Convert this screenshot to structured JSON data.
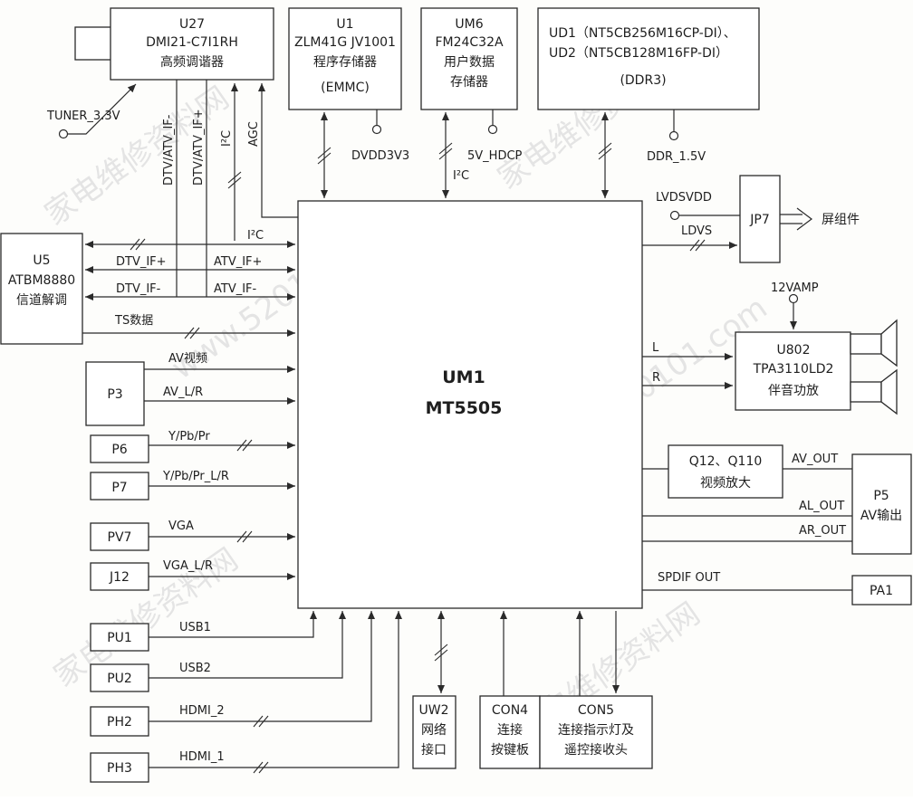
{
  "blocks": {
    "u27": {
      "ref": "U27",
      "part": "DMI21-C7I1RH",
      "name": "高频调谐器"
    },
    "u1": {
      "ref": "U1",
      "part": "ZLM41G JV1001",
      "name": "程序存储器",
      "note": "(EMMC)"
    },
    "um6": {
      "ref": "UM6",
      "part": "FM24C32A",
      "name1": "用户数据",
      "name2": "存储器"
    },
    "ud": {
      "line1": "UD1（NT5CB256M16CP-DI）、",
      "line2": "UD2（NT5CB128M16FP-DI）",
      "note": "(DDR3)"
    },
    "u5": {
      "ref": "U5",
      "part": "ATBM8880",
      "name": "信道解调"
    },
    "um1": {
      "ref": "UM1",
      "part": "MT5505"
    },
    "jp7": {
      "ref": "JP7"
    },
    "u802": {
      "ref": "U802",
      "part": "TPA3110LD2",
      "name": "伴音功放"
    },
    "q12": {
      "ref": "Q12、Q110",
      "name": "视频放大"
    },
    "p5": {
      "ref": "P5",
      "name": "AV输出"
    },
    "pa1": {
      "ref": "PA1"
    },
    "uw2": {
      "ref": "UW2",
      "name1": "网络",
      "name2": "接口"
    },
    "con4": {
      "ref": "CON4",
      "name1": "连接",
      "name2": "按键板"
    },
    "con5": {
      "ref": "CON5",
      "name1": "连接指示灯及",
      "name2": "遥控接收头"
    },
    "p3": {
      "ref": "P3"
    },
    "p6": {
      "ref": "P6"
    },
    "p7": {
      "ref": "P7"
    },
    "pv7": {
      "ref": "PV7"
    },
    "j12": {
      "ref": "J12"
    },
    "pu1": {
      "ref": "PU1"
    },
    "pu2": {
      "ref": "PU2"
    },
    "ph2": {
      "ref": "PH2"
    },
    "ph3": {
      "ref": "PH3"
    }
  },
  "signals": {
    "tuner_power": "TUNER_3.3V",
    "dtv_if_plus_v": "DTV/ATV_IF-",
    "dtv_if_minus_v": "DTV/ATV_IF+",
    "i2c_v": "I²C",
    "agc": "AGC",
    "dvdd": "DVDD3V3",
    "hdcp": "5V_HDCP",
    "i2c_um6": "I²C",
    "ddr_power": "DDR_1.5V",
    "i2c_u5": "I²C",
    "dtv_if_plus": "DTV_IF+",
    "atv_if_plus": "ATV_IF+",
    "dtv_if_minus": "DTV_IF-",
    "atv_if_minus": "ATV_IF-",
    "ts": "TS数据",
    "av_video": "AV视频",
    "av_lr": "AV_L/R",
    "ypbpr": "Y/Pb/Pr",
    "ypbpr_lr": "Y/Pb/Pr_L/R",
    "vga": "VGA",
    "vga_lr": "VGA_L/R",
    "usb1": "USB1",
    "usb2": "USB2",
    "hdmi2": "HDMI_2",
    "hdmi1": "HDMI_1",
    "lvdsvdd": "LVDSVDD",
    "ldvs": "LDVS",
    "panel": "屏组件",
    "amp_power": "12VAMP",
    "left": "L",
    "right": "R",
    "av_out": "AV_OUT",
    "al_out": "AL_OUT",
    "ar_out": "AR_OUT",
    "spdif": "SPDIF OUT"
  },
  "watermark": {
    "text1": "家电维修资料网",
    "text2": "www.520101.com"
  }
}
